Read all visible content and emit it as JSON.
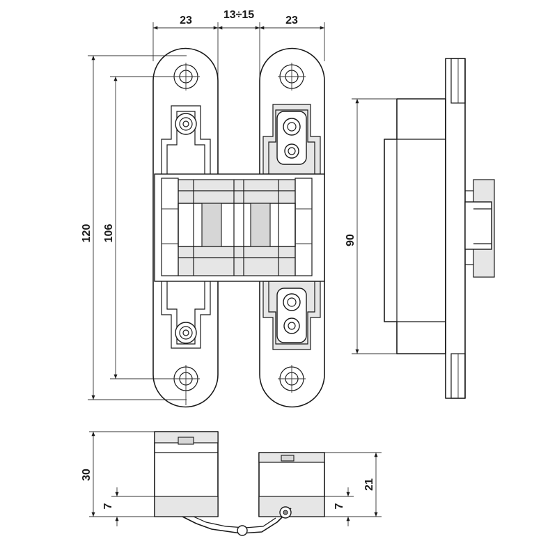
{
  "dimensions": {
    "width_left": "23",
    "gap": "13÷15",
    "width_right": "23",
    "height_total": "120",
    "height_holes": "106",
    "height_side": "90",
    "depth_left": "30",
    "offset_left": "7",
    "depth_right": "21",
    "offset_right": "7"
  }
}
